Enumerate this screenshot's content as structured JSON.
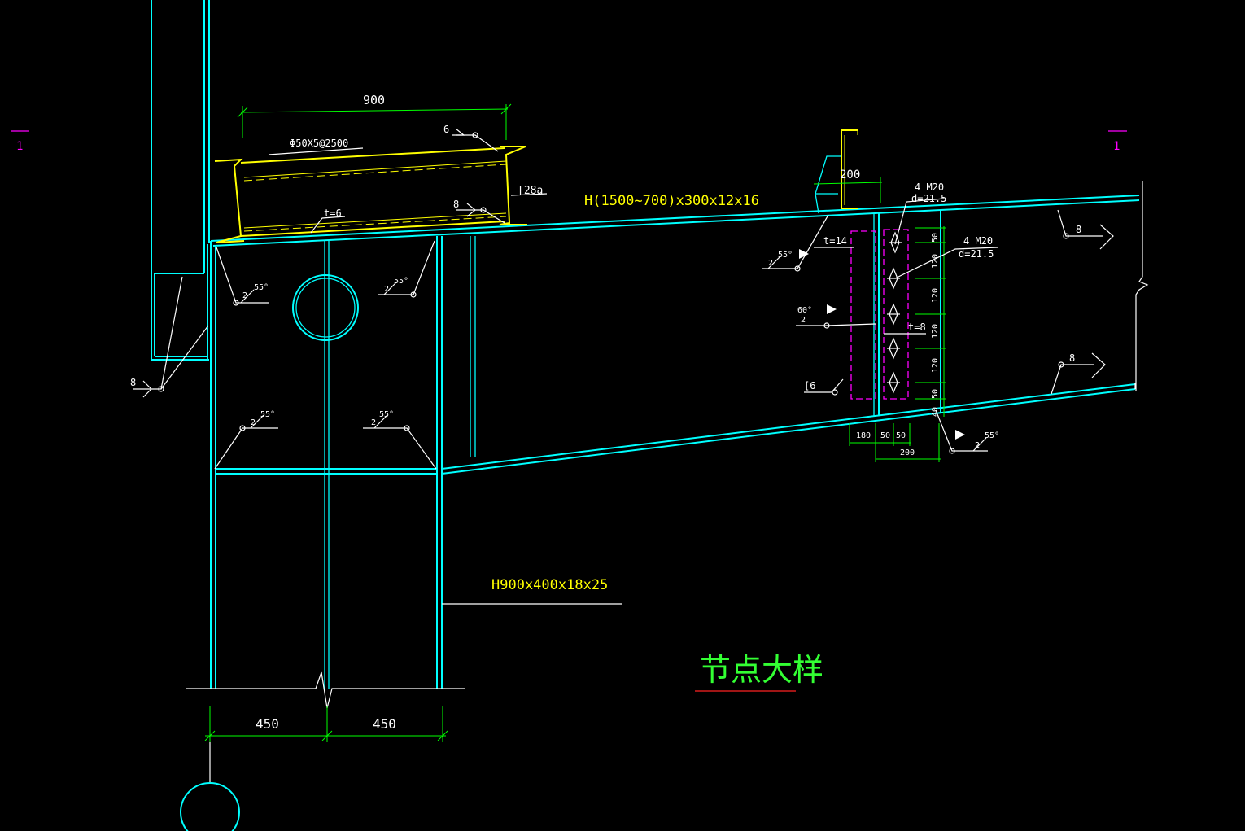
{
  "colors": {
    "background": "#000000",
    "steel_lines": "#00ffff",
    "dimension_lines": "#00ff00",
    "leader_lines": "#ffffff",
    "purlin_lines": "#ffff00",
    "section_marks": "#ff00ff",
    "title_underline": "#ff2222"
  },
  "section_marks": {
    "left": "1",
    "right": "1"
  },
  "title": "节点大样",
  "dimensions": {
    "purlin_span": "900",
    "half_column_left": "450",
    "half_column_right": "450",
    "gusset_width": "200",
    "bolt_pitch_top": "50",
    "bolt_pitch_1": "120",
    "bolt_pitch_2": "120",
    "bolt_pitch_3": "120",
    "bolt_pitch_4": "120",
    "bolt_pitch_bottom": "50",
    "bottom_edge": "180",
    "bottom_a": "50",
    "bottom_b": "50",
    "bottom_total": "200",
    "web_small": "40"
  },
  "labels": {
    "beam_section": "H(1500~700)x300x12x16",
    "column_section": "H900x400x18x25",
    "tube": "Φ50X5@2500",
    "channel": "[28a",
    "plate_t6": "t=6",
    "plate_t14": "t=14",
    "plate_t8": "t=8",
    "stiffener_c6": "[6",
    "bolts_top": "4 M20",
    "bolts_top_dia": "d=21.5",
    "bolts_mid": "4 M20",
    "bolts_mid_dia": "d=21.5"
  },
  "weld_marks": {
    "w6": "6",
    "w8_purlin": "8",
    "w8_column": "8",
    "w8_flange_top": "8",
    "w8_flange_bottom": "8",
    "angle_55": "55°",
    "angle_60": "60°",
    "size_2": "2"
  }
}
